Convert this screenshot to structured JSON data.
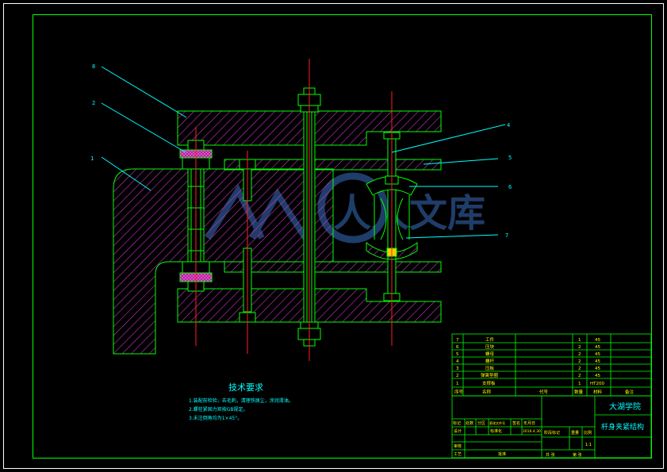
{
  "colors": {
    "background": "#000000",
    "frame": "#ffffff",
    "border": "#00ff00",
    "part": "#00ff00",
    "hatch": "#cc33cc",
    "center": "#ff2020",
    "leader": "#00ffff",
    "text": "#00ffff",
    "watermark": "#3a6fbf"
  },
  "callouts": [
    "8",
    "2",
    "1",
    "4",
    "5",
    "6",
    "7"
  ],
  "notes": {
    "title": "技术要求",
    "items": [
      "1.装配前检验，去毛刺，清理铁屑尘，涂润滑油。",
      "2.螺栓紧固力矩按GB规定。",
      "3.未注倒角均为1×45°。"
    ]
  },
  "bom": {
    "rows": [
      {
        "no": "7",
        "name": "工件",
        "qty": "1",
        "mat": "45"
      },
      {
        "no": "6",
        "name": "压块",
        "qty": "2",
        "mat": "45"
      },
      {
        "no": "5",
        "name": "螺母",
        "qty": "2",
        "mat": "45"
      },
      {
        "no": "4",
        "name": "螺杆",
        "qty": "2",
        "mat": "45"
      },
      {
        "no": "3",
        "name": "压板",
        "qty": "2",
        "mat": "45"
      },
      {
        "no": "2",
        "name": "弹簧垫圈",
        "qty": "2",
        "mat": "45"
      },
      {
        "no": "1",
        "name": "支撑板",
        "qty": "1",
        "mat": "HT200"
      }
    ],
    "header": {
      "no": "序号",
      "name": "名称",
      "code": "代号",
      "qty": "数量",
      "mat": "材料",
      "remark": "备注"
    }
  },
  "titleblock": {
    "school": "大湖学院",
    "drawing": "杆身夹紧结构",
    "rev_labels": [
      "标记",
      "处数",
      "分区",
      "更改文件号",
      "签名",
      "年月日"
    ],
    "design": "设计",
    "std": "标准化",
    "date": "2016.4.30",
    "check": "审核",
    "process": "工艺",
    "approve": "批准",
    "stage": "阶段标记",
    "weight": "重量",
    "scale_label": "比例",
    "scale": "1:1",
    "sheets": "共 张",
    "sheet": "第 张"
  },
  "watermark": "人人文库"
}
